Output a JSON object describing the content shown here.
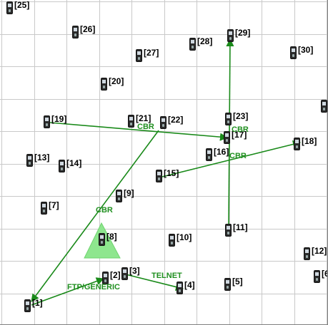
{
  "nodes": [
    {
      "id": "1",
      "label": "[1]"
    },
    {
      "id": "2",
      "label": "[2]"
    },
    {
      "id": "3",
      "label": "[3]"
    },
    {
      "id": "4",
      "label": "[4]"
    },
    {
      "id": "5",
      "label": "[5]"
    },
    {
      "id": "6",
      "label": "[6"
    },
    {
      "id": "7",
      "label": "[7]"
    },
    {
      "id": "8",
      "label": "[8]"
    },
    {
      "id": "9",
      "label": "[9]"
    },
    {
      "id": "10",
      "label": "[10]"
    },
    {
      "id": "11",
      "label": "[11]"
    },
    {
      "id": "12",
      "label": "[12]"
    },
    {
      "id": "13",
      "label": "[13]"
    },
    {
      "id": "14",
      "label": "[14]"
    },
    {
      "id": "15",
      "label": "[15]"
    },
    {
      "id": "16",
      "label": "[16]"
    },
    {
      "id": "17",
      "label": "[17]"
    },
    {
      "id": "18",
      "label": "[18]"
    },
    {
      "id": "19",
      "label": "[19]"
    },
    {
      "id": "20",
      "label": "[20]"
    },
    {
      "id": "21",
      "label": "[21]"
    },
    {
      "id": "22",
      "label": "[22]"
    },
    {
      "id": "23",
      "label": "[23]"
    },
    {
      "id": "24",
      "label": ""
    },
    {
      "id": "25",
      "label": "[25]"
    },
    {
      "id": "26",
      "label": "[26]"
    },
    {
      "id": "27",
      "label": "[27]"
    },
    {
      "id": "28",
      "label": "[28]"
    },
    {
      "id": "29",
      "label": "[29]"
    },
    {
      "id": "30",
      "label": "[30]"
    }
  ],
  "links": [
    {
      "id": "22-1",
      "label": "CBR"
    },
    {
      "id": "19-17",
      "label": "CBR"
    },
    {
      "id": "11-29",
      "label": "CBR"
    },
    {
      "id": "15-18",
      "label": "CBR"
    },
    {
      "id": "1-2",
      "label": "FTP/GENERIC"
    },
    {
      "id": "3-4",
      "label": "TELNET"
    }
  ],
  "colors": {
    "link": "#1a8a1a",
    "grid": "#c9c9c9",
    "base_station": "#8ee68e"
  }
}
